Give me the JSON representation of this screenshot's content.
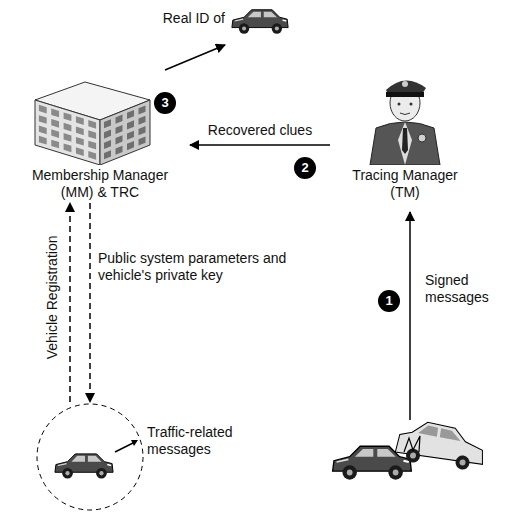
{
  "diagram": {
    "nodes": [
      {
        "text": [
          "Real ID of"
        ]
      },
      {
        "text": [
          "Membership Manager (MM) & TRC"
        ]
      },
      {
        "text": [
          "Tracing Manager (TM)"
        ]
      },
      {
        "text": [
          "Traffic-related messages"
        ]
      }
    ],
    "edges": [
      {
        "from": 1,
        "to": 0,
        "arrow": "to"
      },
      {
        "from": 2,
        "to": 1,
        "label": "Recovered clues",
        "arrow": "to"
      },
      {
        "from": 3,
        "to": 1,
        "label": "Vehicle Registration",
        "arrow": "to"
      },
      {
        "from": 1,
        "to": 3,
        "label": "Public system parameters and vehicle's private key",
        "arrow": "to"
      }
    ],
    "labels": [
      "3",
      "2",
      "1",
      "Signed messages"
    ]
  }
}
